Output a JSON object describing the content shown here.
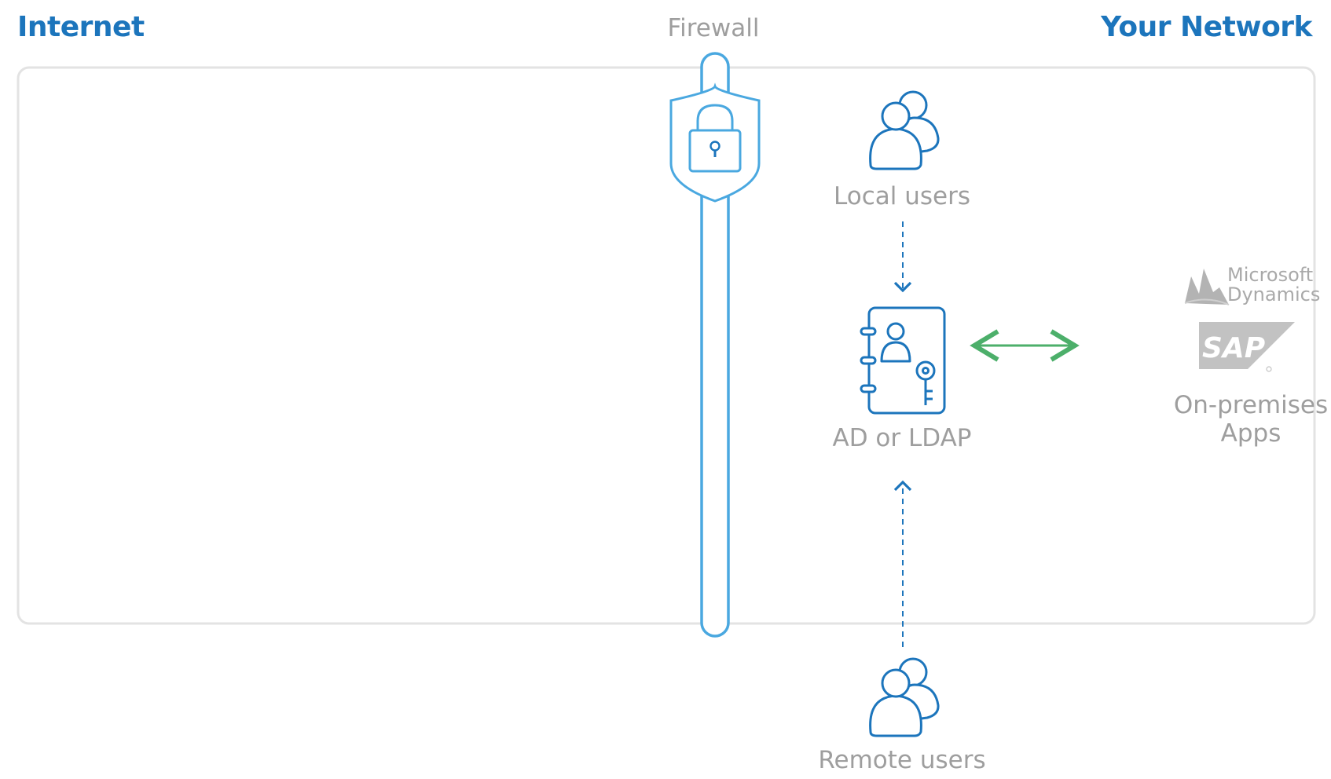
{
  "headers": {
    "internet": "Internet",
    "your_network": "Your Network",
    "firewall": "Firewall"
  },
  "nodes": {
    "local_users": "Local users",
    "ad_ldap": "AD or LDAP",
    "remote_users": "Remote users",
    "onprem_line1": "On-premises",
    "onprem_line2": "Apps"
  },
  "logos": {
    "microsoft_line1": "Microsoft",
    "microsoft_line2": "Dynamics",
    "sap": "SAP"
  },
  "colors": {
    "brand_blue": "#1c75bc",
    "firewall_blue": "#4aa8e0",
    "icon_blue": "#1c75bc",
    "gray_text": "#9e9e9e",
    "network_border": "#e3e3e3",
    "arrow_green": "#4caf6a"
  },
  "icons": {
    "firewall": "shield-lock-icon",
    "local_users": "users-group-icon",
    "ad_ldap": "address-book-key-icon",
    "remote_users": "users-group-icon",
    "microsoft": "microsoft-dynamics-logo",
    "sap": "sap-logo"
  }
}
